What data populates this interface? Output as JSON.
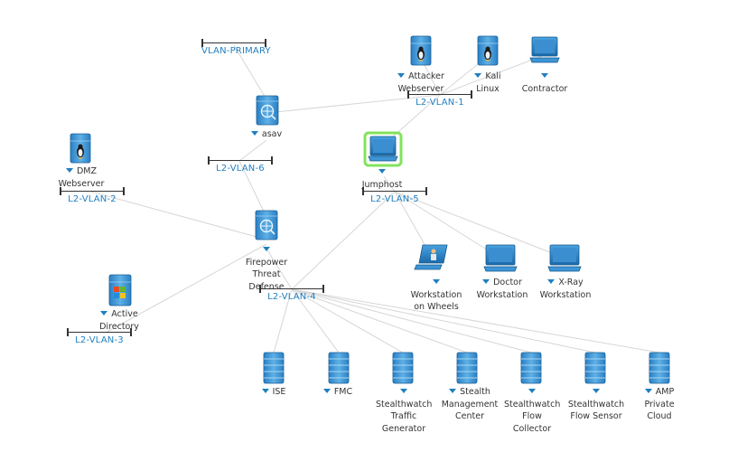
{
  "vlans": {
    "primary": "VLAN-PRIMARY",
    "l2_1": "L2-VLAN-1",
    "l2_2": "L2-VLAN-2",
    "l2_3": "L2-VLAN-3",
    "l2_4": "L2-VLAN-4",
    "l2_5": "L2-VLAN-5",
    "l2_6": "L2-VLAN-6"
  },
  "nodes": {
    "attacker": [
      "Attacker",
      "Webserver"
    ],
    "kali": [
      "Kali",
      "Linux"
    ],
    "contractor": [
      "Contractor"
    ],
    "asav": [
      "asav"
    ],
    "jumphost": [
      "Jumphost"
    ],
    "dmz": [
      "DMZ",
      "Webserver"
    ],
    "ftd": [
      "Firepower",
      "Threat",
      "Defense"
    ],
    "ad": [
      "Active",
      "Directory"
    ],
    "wow": [
      "Workstation",
      "on Wheels"
    ],
    "doctor": [
      "Doctor",
      "Workstation"
    ],
    "xray": [
      "X-Ray",
      "Workstation"
    ],
    "ise": [
      "ISE"
    ],
    "fmc": [
      "FMC"
    ],
    "stg": [
      "Stealthwatch",
      "Traffic",
      "Generator"
    ],
    "smc": [
      "Stealth",
      "Management",
      "Center"
    ],
    "sfc": [
      "Stealthwatch",
      "Flow",
      "Collector"
    ],
    "sfs": [
      "Stealthwatch",
      "Flow Sensor"
    ],
    "amp": [
      "AMP",
      "Private",
      "Cloud"
    ]
  },
  "colors": {
    "accent": "#1f7fc1",
    "link": "#d6d6d6",
    "highlight": "#76e04a"
  }
}
